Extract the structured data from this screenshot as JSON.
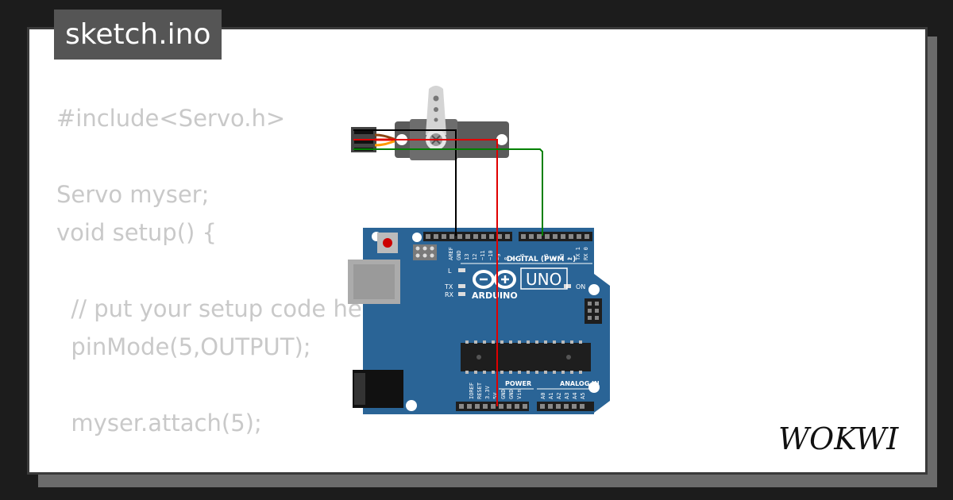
{
  "file_tab": {
    "label": "sketch.ino"
  },
  "code_lines": [
    "#include<Servo.h>",
    "",
    "Servo myser;",
    "void setup() {",
    "",
    "  // put your setup code here, to run once:",
    "  pinMode(5,OUTPUT);",
    "",
    "  myser.attach(5);",
    "",
    "}"
  ],
  "board": {
    "model_label": "UNO",
    "brand_label": "ARDUINO",
    "digital_header_label": "DIGITAL (PWM ~)",
    "power_label": "POWER",
    "analog_label": "ANALOG IN",
    "on_label": "ON",
    "led_labels": [
      "L",
      "TX",
      "RX"
    ],
    "top_pin_labels": [
      "AREF",
      "GND",
      "13",
      "12",
      "~11",
      "~10",
      "~9",
      "8",
      "7",
      "~6",
      "~5",
      "4",
      "~3",
      "2",
      "TX 1",
      "RX 0"
    ],
    "power_pin_labels": [
      "IOREF",
      "RESET",
      "3.3V",
      "5V",
      "GND",
      "GND",
      "Vin"
    ],
    "analog_pin_labels": [
      "A0",
      "A1",
      "A2",
      "A3",
      "A4",
      "A5"
    ],
    "color": "#2a6496"
  },
  "wires": [
    {
      "name": "servo-gnd-wire",
      "color": "#000000"
    },
    {
      "name": "servo-vcc-wire",
      "color": "#e00000"
    },
    {
      "name": "servo-signal-wire",
      "color": "#008000"
    }
  ],
  "brand": {
    "logo_text": "WOKWI"
  },
  "colors": {
    "background": "#1c1c1c",
    "card": "#ffffff",
    "tab": "#555555",
    "code_text": "#c9c9c9"
  }
}
